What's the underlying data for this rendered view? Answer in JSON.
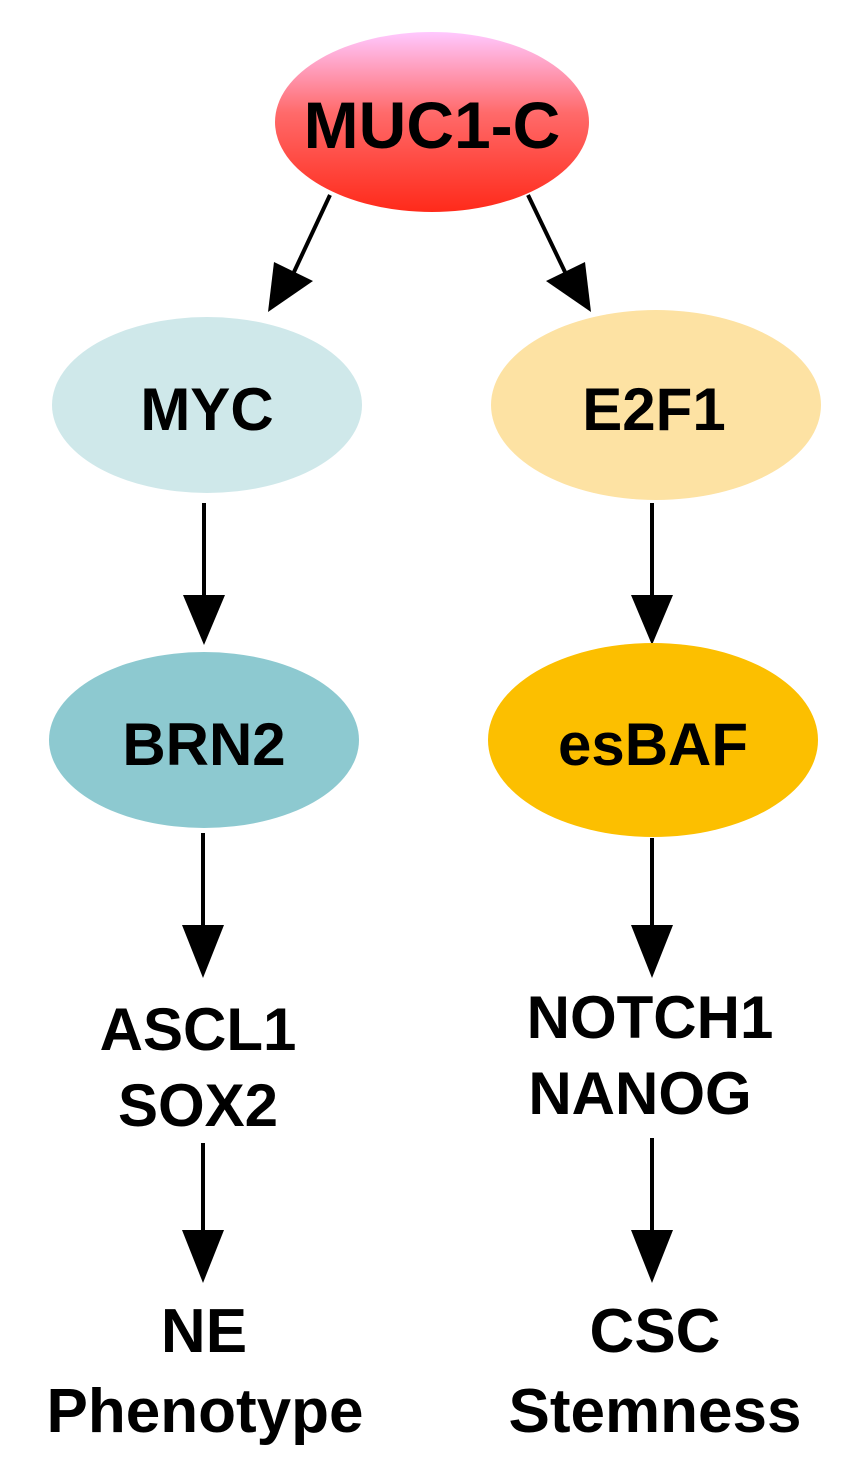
{
  "nodes": {
    "muc1c": {
      "label": "MUC1-C",
      "colors": {
        "top": "#ffc8ff",
        "mid": "#ff6a6a",
        "bottom": "#ff2a1a"
      }
    },
    "myc": {
      "label": "MYC",
      "color": "#cfe8ea"
    },
    "e2f1": {
      "label": "E2F1",
      "color": "#fde2a3"
    },
    "brn2": {
      "label": "BRN2",
      "color": "#8dc9d0"
    },
    "esbaf": {
      "label": "esBAF",
      "color": "#fcbf00"
    }
  },
  "targets": {
    "left": {
      "line1": "ASCL1",
      "line2": "SOX2"
    },
    "right": {
      "line1": "NOTCH1",
      "line2": "NANOG"
    }
  },
  "outcomes": {
    "left": {
      "line1": "NE",
      "line2": "Phenotype"
    },
    "right": {
      "line1": "CSC",
      "line2": "Stemness"
    }
  },
  "arrow_color": "#000000"
}
